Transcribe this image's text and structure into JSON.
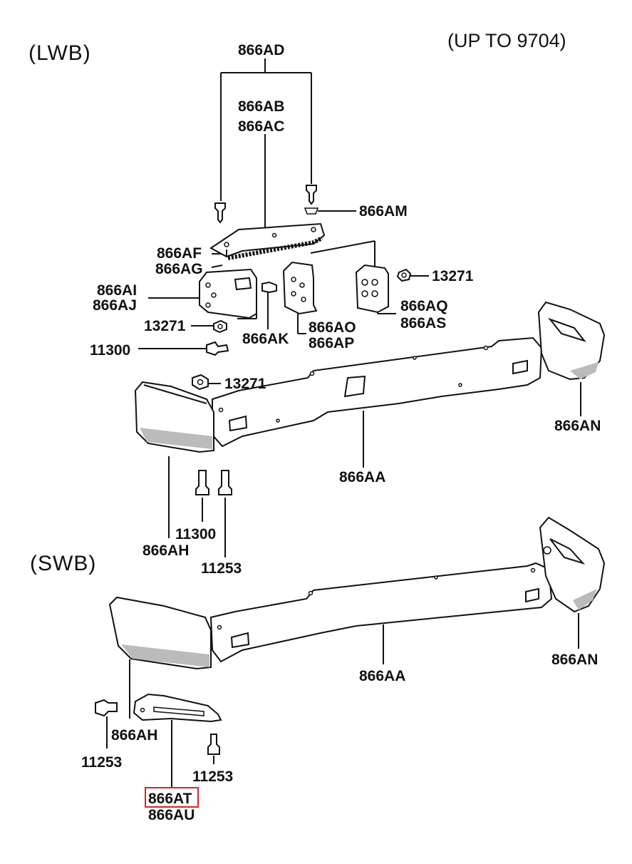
{
  "sections": {
    "lwb": "(LWB)",
    "swb": "(SWB)"
  },
  "note": "(UP TO 9704)",
  "labels": {
    "p866AD": "866AD",
    "p866AB": "866AB",
    "p866AC": "866AC",
    "p866AM": "866AM",
    "p866AF": "866AF",
    "p866AG": "866AG",
    "p13271_a": "13271",
    "p866AI": "866AI",
    "p866AJ": "866AJ",
    "p866AQ": "866AQ",
    "p866AS": "866AS",
    "p13271_b": "13271",
    "p866AK": "866AK",
    "p866AO": "866AO",
    "p866AP": "866AP",
    "p11300_a": "11300",
    "p13271_c": "13271",
    "p866AN_a": "866AN",
    "p866AA_a": "866AA",
    "p11300_b": "11300",
    "p866AH_a": "866AH",
    "p11253_a": "11253",
    "p866AA_b": "866AA",
    "p866AN_b": "866AN",
    "p866AH_b": "866AH",
    "p11253_b": "11253",
    "p11253_c": "11253",
    "p866AT": "866AT",
    "p866AU": "866AU"
  },
  "highlight": {
    "label": "866AT",
    "color": "#e02020"
  }
}
